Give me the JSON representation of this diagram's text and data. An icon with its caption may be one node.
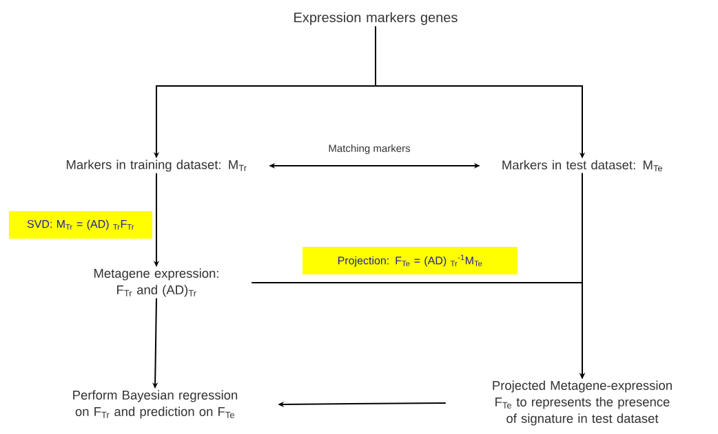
{
  "diagram": {
    "nodes": [
      {
        "text": [
          "Expression markers genes"
        ]
      },
      {
        "text": [
          "Markers in training dataset: M$_{Tr}$"
        ]
      },
      {
        "text": [
          "Markers in test dataset: M$_{Te}$"
        ]
      },
      {
        "text": [
          "SVD: M$_{Tr}$ = (AD) $_{Tr}$F$_{Tr}$"
        ]
      },
      {
        "text": [
          "Metagene expression: F$_{Tr}$ and (AD)$_{Tr}$"
        ]
      },
      {
        "text": [
          "Projection: F$_{Te}$ = (AD) $_{Tr}$$^{-1}$M$_{Te}$"
        ]
      },
      {
        "text": [
          "Projected Metagene-expression F$_{Te}$ to represents the presence of signature in test dataset"
        ]
      },
      {
        "text": [
          "Perform Bayesian regression on F$_{Tr}$ and prediction on F$_{Te}$"
        ]
      }
    ],
    "edges": [
      {
        "from": 0,
        "to": 1,
        "arrow": "to"
      },
      {
        "from": 0,
        "to": 2,
        "arrow": "to"
      },
      {
        "from": 1,
        "to": 2,
        "arrow": "both",
        "label": "Matching markers"
      },
      {
        "from": 1,
        "to": 4,
        "arrow": "to"
      },
      {
        "from": 2,
        "to": 6,
        "arrow": "to"
      },
      {
        "from": 4,
        "to": 6,
        "arrow": "to"
      },
      {
        "from": 4,
        "to": 7,
        "arrow": "to"
      },
      {
        "from": 6,
        "to": 7,
        "arrow": "to"
      }
    ]
  }
}
